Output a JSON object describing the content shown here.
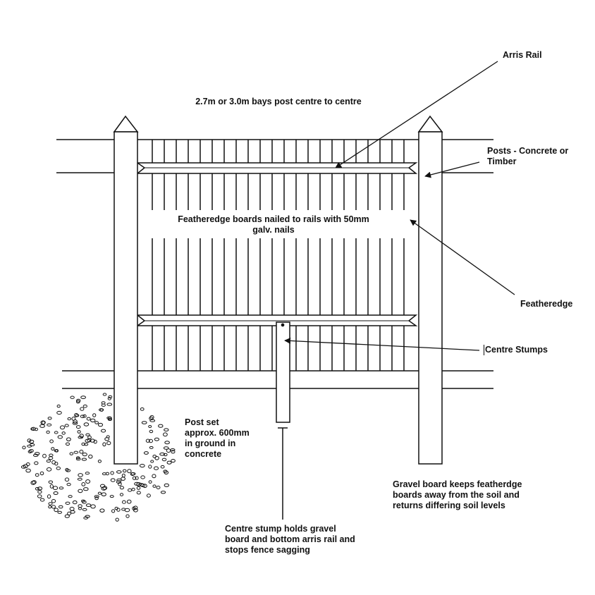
{
  "labels": {
    "bay_width": "2.7m or 3.0m bays post centre to centre",
    "arris_rail": "Arris Rail",
    "posts": "Posts - Concrete or\nTimber",
    "featheredge_boards": "Featheredge boards nailed to rails with 50mm\ngalv. nails",
    "featheredge": "Featheredge",
    "centre_stumps": "Centre Stumps",
    "post_set": "Post set\napprox. 600mm\nin ground in\nconcrete",
    "centre_stump_note": "Centre stump holds gravel\nboard and bottom arris rail and\nstops fence sagging",
    "gravel_board_note": "Gravel board keeps featherdge\nboards away from the soil and\nreturns differing soil levels"
  },
  "colors": {
    "line": "#111111",
    "background": "#ffffff"
  }
}
